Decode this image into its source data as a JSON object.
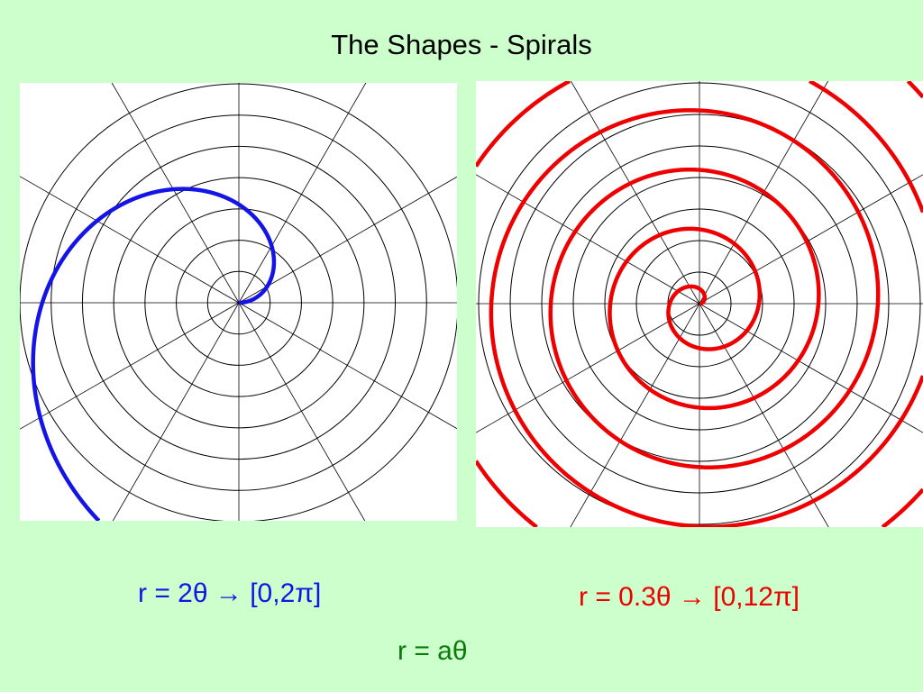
{
  "title": "The Shapes - Spirals",
  "general_equation": "r = aθ",
  "chart_data": [
    {
      "type": "line",
      "coordinate_system": "polar",
      "equation_label": "r = 2θ → [0,2π]",
      "a": 2,
      "theta_range": [
        0,
        6.2832
      ],
      "radial_gridlines": [
        1,
        2,
        3,
        4,
        5,
        6,
        7
      ],
      "angular_gridlines_deg": [
        0,
        30,
        60,
        90,
        120,
        150,
        180,
        210,
        240,
        270,
        300,
        330
      ],
      "rlim": [
        0,
        7
      ],
      "color": "#1414e6",
      "grid": true
    },
    {
      "type": "line",
      "coordinate_system": "polar",
      "equation_label": "r = 0.3θ → [0,12π]",
      "a": 0.3,
      "theta_range": [
        0,
        37.699
      ],
      "radial_gridlines": [
        1,
        2,
        3,
        4,
        5,
        6,
        7
      ],
      "angular_gridlines_deg": [
        0,
        30,
        60,
        90,
        120,
        150,
        180,
        210,
        240,
        270,
        300,
        330
      ],
      "rlim": [
        0,
        7
      ],
      "color": "#ee0000",
      "grid": true
    }
  ]
}
